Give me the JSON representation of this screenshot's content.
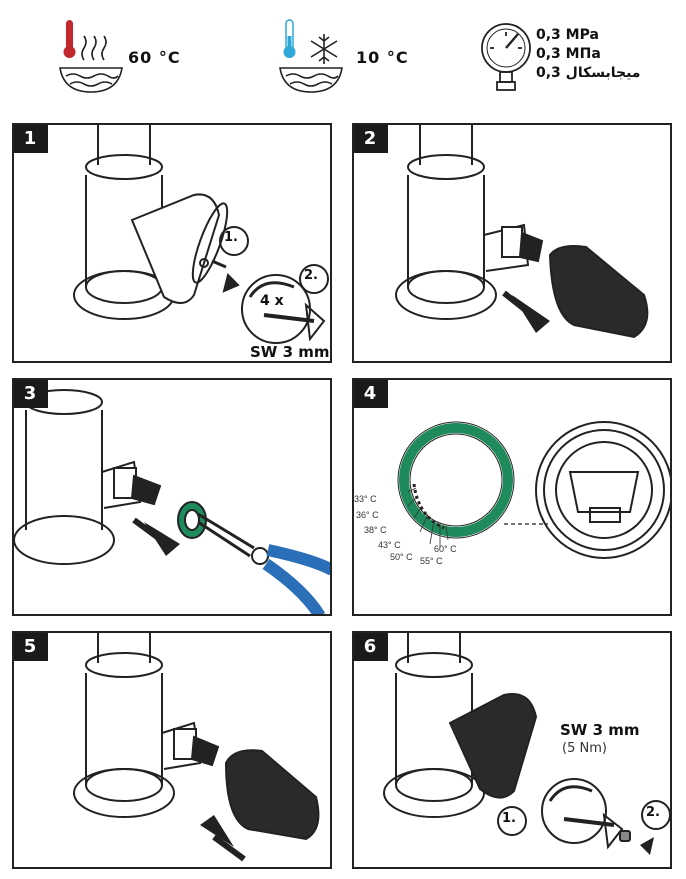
{
  "header": {
    "hot_label": "60 °C",
    "cold_label": "10 °C",
    "pressure_lines": [
      "0,3 MPa",
      "0,3 MПa",
      "ميجابسكال 0,3"
    ]
  },
  "steps": {
    "s1": {
      "num": "1",
      "a": "1.",
      "b": "2.",
      "turns": "4 x",
      "tool": "SW 3 mm"
    },
    "s2": {
      "num": "2"
    },
    "s3": {
      "num": "3"
    },
    "s4": {
      "num": "4",
      "temps": [
        "33° C",
        "36° C",
        "38° C",
        "43° C",
        "50° C",
        "55° C",
        "60° C"
      ]
    },
    "s5": {
      "num": "5"
    },
    "s6": {
      "num": "6",
      "tool": "SW 3 mm",
      "torque": "(5 Nm)",
      "a": "1.",
      "b": "2."
    }
  },
  "colors": {
    "hot": "#c0282d",
    "cold": "#2ea8d8",
    "ring": "#1f8a5b",
    "pliers": "#2b6fb8"
  }
}
